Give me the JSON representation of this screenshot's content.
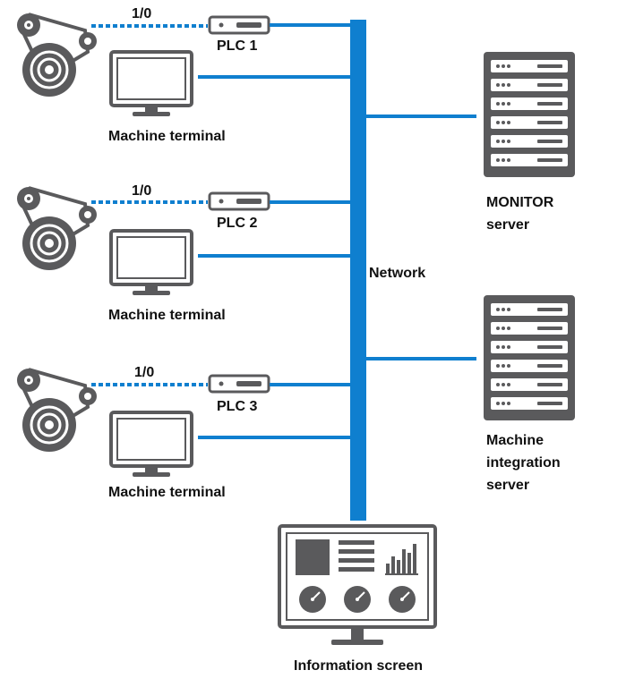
{
  "colors": {
    "network": "#0f7fcf",
    "icon": "#5a5a5c",
    "icon_light": "#ffffff",
    "text": "#111111"
  },
  "network": {
    "label": "Network"
  },
  "machines": [
    {
      "io_label": "1/0",
      "plc_label": "PLC 1",
      "terminal_label": "Machine terminal"
    },
    {
      "io_label": "1/0",
      "plc_label": "PLC 2",
      "terminal_label": "Machine terminal"
    },
    {
      "io_label": "1/0",
      "plc_label": "PLC 3",
      "terminal_label": "Machine terminal"
    }
  ],
  "servers": [
    {
      "label_line1": "MONITOR",
      "label_line2": "server",
      "label_line3": ""
    },
    {
      "label_line1": "Machine",
      "label_line2": "integration",
      "label_line3": "server"
    }
  ],
  "information_screen": {
    "label": "Information screen"
  },
  "icons": {
    "machine": "belt-drive-motor-icon",
    "plc": "plc-device-icon",
    "terminal": "computer-monitor-icon",
    "server": "server-rack-icon",
    "screen": "dashboard-display-icon"
  }
}
